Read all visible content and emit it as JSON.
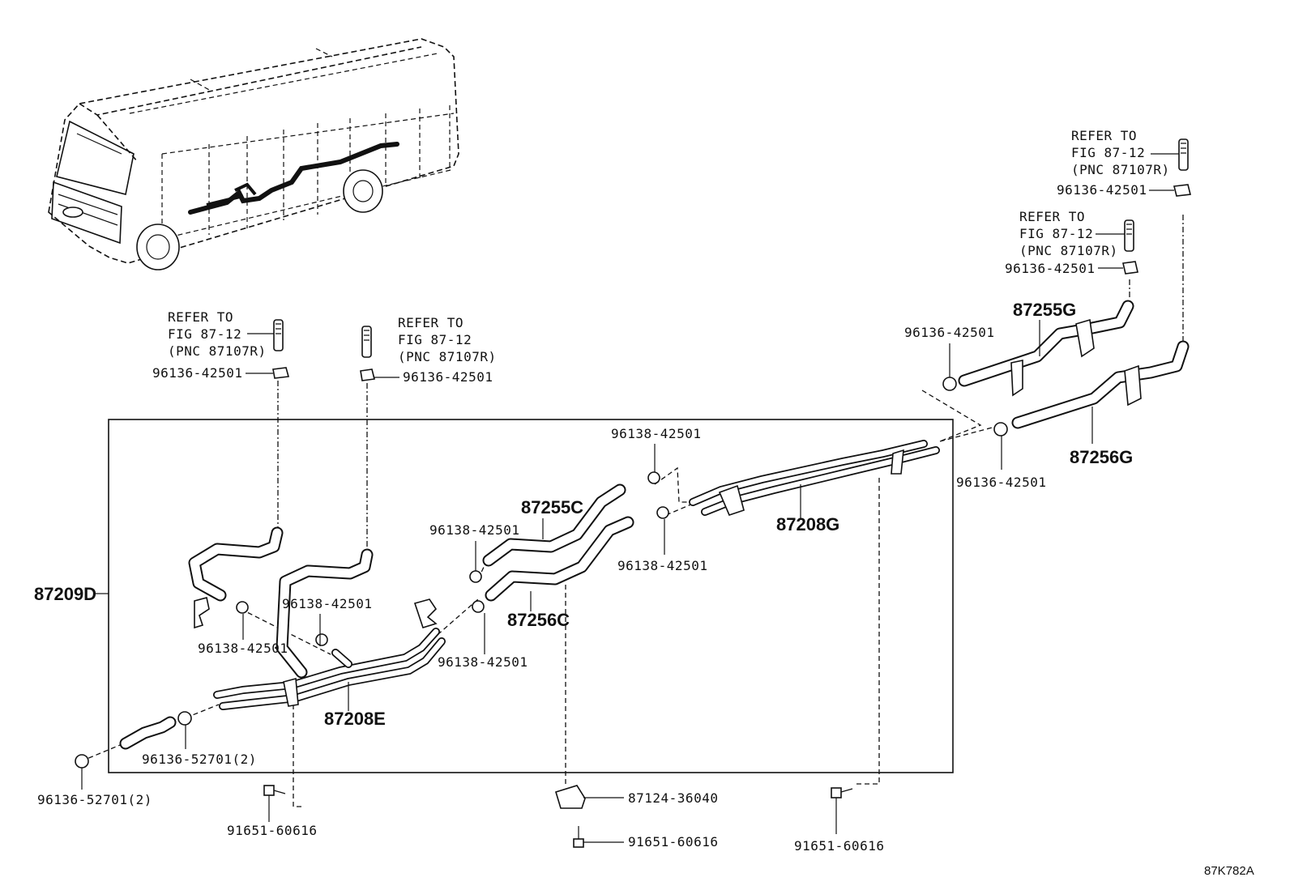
{
  "diagram_id": "87K782A",
  "refer_to": {
    "line1": "REFER TO",
    "line2": "FIG 87-12",
    "line3": "(PNC 87107R)"
  },
  "labels": {
    "assembly_bracket": "87209D",
    "pipe_e": "87208E",
    "pipe_g": "87208G",
    "hose_255c": "87255C",
    "hose_256c": "87256C",
    "hose_255g": "87255G",
    "hose_256g": "87256G",
    "clip_42501": "96136-42501",
    "clip_96138": "96138-42501",
    "clamp_52701": "96136-52701(2)",
    "bolt": "91651-60616",
    "bracket": "87124-36040"
  }
}
